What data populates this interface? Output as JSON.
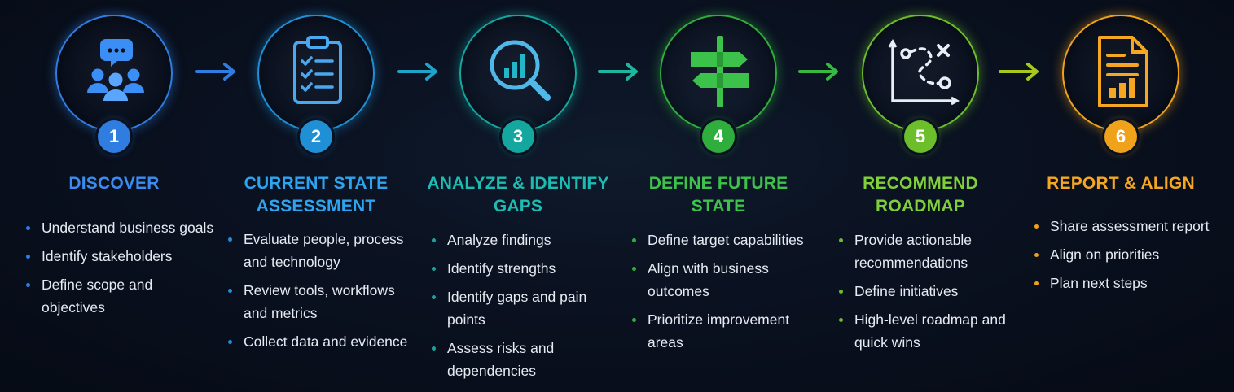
{
  "steps": [
    {
      "number": "1",
      "title_lines": [
        "DISCOVER"
      ],
      "icon": "people-chat-icon",
      "color": "#2f7de1",
      "title_color": "#3c8cf0",
      "bullets": [
        "Understand business goals",
        "Identify stakeholders",
        "Define scope and objectives"
      ]
    },
    {
      "number": "2",
      "title_lines": [
        "CURRENT STATE",
        "ASSESSMENT"
      ],
      "icon": "clipboard-checklist-icon",
      "color": "#1f8fd6",
      "title_color": "#2fa3ee",
      "bullets": [
        "Evaluate people, process and technology",
        "Review tools, workflows and metrics",
        "Collect data and evidence"
      ]
    },
    {
      "number": "3",
      "title_lines": [
        "ANALYZE & IDENTIFY",
        "GAPS"
      ],
      "icon": "magnifier-chart-icon",
      "color": "#14a7a0",
      "title_color": "#1cbcb3",
      "bullets": [
        "Analyze findings",
        "Identify strengths",
        "Identify gaps and pain points",
        "Assess risks and dependencies"
      ]
    },
    {
      "number": "4",
      "title_lines": [
        "DEFINE FUTURE",
        "STATE"
      ],
      "icon": "signpost-icon",
      "color": "#2fae3d",
      "title_color": "#3fc24c",
      "bullets": [
        "Define target capabilities",
        "Align with business outcomes",
        "Prioritize improvement areas"
      ]
    },
    {
      "number": "5",
      "title_lines": [
        "RECOMMEND",
        "ROADMAP"
      ],
      "icon": "roadmap-path-icon",
      "color": "#6cbf2a",
      "title_color": "#7fd03a",
      "bullets": [
        "Provide actionable recommendations",
        "Define initiatives",
        "High-level roadmap and quick wins"
      ]
    },
    {
      "number": "6",
      "title_lines": [
        "REPORT & ALIGN"
      ],
      "icon": "report-chart-icon",
      "color": "#f0a31a",
      "title_color": "#f5a623",
      "bullets": [
        "Share assessment report",
        "Align on priorities",
        "Plan next steps"
      ]
    }
  ],
  "arrow_colors": [
    "#2f7de1",
    "#1fa3c8",
    "#1fb59e",
    "#38b840",
    "#a8c81e"
  ]
}
